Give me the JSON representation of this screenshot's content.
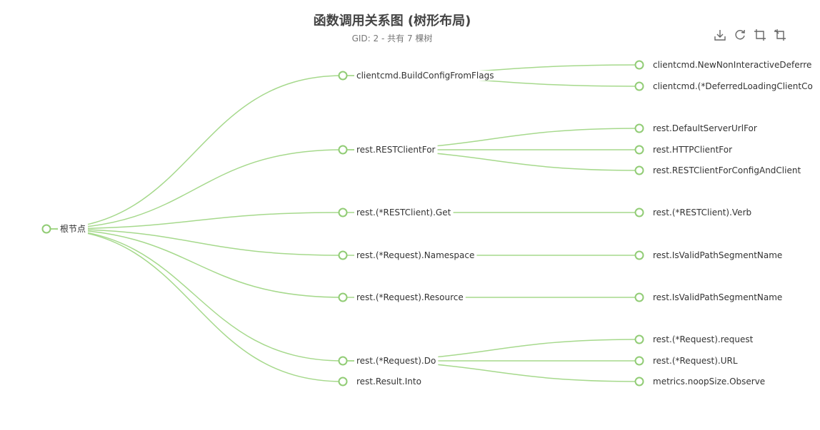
{
  "chart": {
    "title": "函数调用关系图 (树形布局)",
    "subtitle": "GID: 2 - 共有 7 棵树"
  },
  "toolbox": [
    {
      "name": "download-icon"
    },
    {
      "name": "refresh-icon"
    },
    {
      "name": "zoom-select-icon"
    },
    {
      "name": "zoom-reset-icon"
    }
  ],
  "colors": {
    "node_border": "#91cc75",
    "link": "#a6d98c",
    "text": "#333333"
  },
  "tree": {
    "name": "根节点",
    "children": [
      {
        "name": "clientcmd.BuildConfigFromFlags",
        "children": [
          {
            "name": "clientcmd.NewNonInteractiveDeferre"
          },
          {
            "name": "clientcmd.(*DeferredLoadingClientCo"
          }
        ]
      },
      {
        "name": "rest.RESTClientFor",
        "children": [
          {
            "name": "rest.DefaultServerUrlFor"
          },
          {
            "name": "rest.HTTPClientFor"
          },
          {
            "name": "rest.RESTClientForConfigAndClient"
          }
        ]
      },
      {
        "name": "rest.(*RESTClient).Get",
        "children": [
          {
            "name": "rest.(*RESTClient).Verb"
          }
        ]
      },
      {
        "name": "rest.(*Request).Namespace",
        "children": [
          {
            "name": "rest.IsValidPathSegmentName"
          }
        ]
      },
      {
        "name": "rest.(*Request).Resource",
        "children": [
          {
            "name": "rest.IsValidPathSegmentName"
          }
        ]
      },
      {
        "name": "rest.(*Request).Do",
        "children": [
          {
            "name": "rest.(*Request).request"
          },
          {
            "name": "rest.(*Request).URL"
          },
          {
            "name": "metrics.noopSize.Observe"
          }
        ]
      },
      {
        "name": "rest.Result.Into",
        "children": []
      }
    ]
  }
}
